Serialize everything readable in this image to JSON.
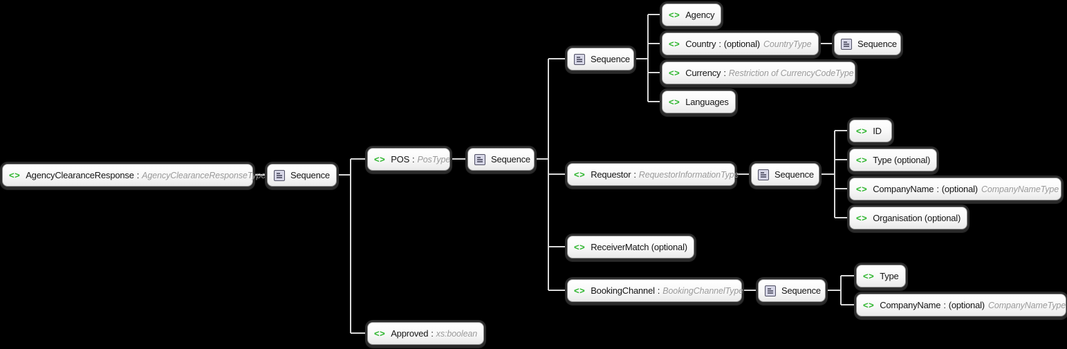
{
  "diagram": {
    "kind": "xsd-schema-tree",
    "background_color": "#000000",
    "colors": {
      "element_icon_green": "#2db52d",
      "node_name_text": "#141414",
      "type_annotation_text": "#9a9a9a",
      "connector_line": "#d9d9d9",
      "box_fill_top": "#ffffff",
      "box_fill_bottom": "#e9e9e9",
      "box_ring": "#2c2c2c",
      "sequence_icon_fill": "#d6d6e6"
    }
  },
  "icons": {
    "element_glyph": "<>",
    "sequence_icon_name": "sequence-list-icon"
  },
  "nodes": [
    {
      "id": "agency-clearance-response",
      "kind": "element",
      "name": "AgencyClearanceResponse",
      "sep": ":",
      "type": "AgencyClearanceResponseType"
    },
    {
      "id": "sequence-1",
      "kind": "sequence",
      "name": "Sequence"
    },
    {
      "id": "pos",
      "kind": "element",
      "name": "POS",
      "sep": ":",
      "type": "PosType"
    },
    {
      "id": "sequence-2",
      "kind": "sequence",
      "name": "Sequence"
    },
    {
      "id": "sequence-3",
      "kind": "sequence",
      "name": "Sequence"
    },
    {
      "id": "agency",
      "kind": "element",
      "name": "Agency"
    },
    {
      "id": "country",
      "kind": "element",
      "name": "Country",
      "sep": ":",
      "optional": "(optional)",
      "type": "CountryType"
    },
    {
      "id": "sequence-4",
      "kind": "sequence",
      "name": "Sequence"
    },
    {
      "id": "currency",
      "kind": "element",
      "name": "Currency",
      "sep": ":",
      "type": "Restriction of CurrencyCodeType"
    },
    {
      "id": "languages",
      "kind": "element",
      "name": "Languages"
    },
    {
      "id": "requestor",
      "kind": "element",
      "name": "Requestor",
      "sep": ":",
      "type": "RequestorInformationType"
    },
    {
      "id": "sequence-5",
      "kind": "sequence",
      "name": "Sequence"
    },
    {
      "id": "id",
      "kind": "element",
      "name": "ID"
    },
    {
      "id": "type-optional",
      "kind": "element",
      "name": "Type (optional)"
    },
    {
      "id": "company-name-1",
      "kind": "element",
      "name": "CompanyName",
      "sep": ":",
      "optional": "(optional)",
      "type": "CompanyNameType"
    },
    {
      "id": "organisation",
      "kind": "element",
      "name": "Organisation (optional)"
    },
    {
      "id": "receiver-match",
      "kind": "element",
      "name": "ReceiverMatch (optional)"
    },
    {
      "id": "booking-channel",
      "kind": "element",
      "name": "BookingChannel",
      "sep": ":",
      "type": "BookingChannelType"
    },
    {
      "id": "sequence-6",
      "kind": "sequence",
      "name": "Sequence"
    },
    {
      "id": "type-2",
      "kind": "element",
      "name": "Type"
    },
    {
      "id": "company-name-2",
      "kind": "element",
      "name": "CompanyName",
      "sep": ":",
      "optional": "(optional)",
      "type": "CompanyNameType"
    },
    {
      "id": "approved",
      "kind": "element",
      "name": "Approved",
      "sep": ":",
      "type": "xs:boolean"
    }
  ],
  "edges": [
    [
      "agency-clearance-response",
      "sequence-1"
    ],
    [
      "sequence-1",
      "pos"
    ],
    [
      "sequence-1",
      "approved"
    ],
    [
      "pos",
      "sequence-2"
    ],
    [
      "sequence-2",
      "sequence-3"
    ],
    [
      "sequence-2",
      "requestor"
    ],
    [
      "sequence-2",
      "receiver-match"
    ],
    [
      "sequence-2",
      "booking-channel"
    ],
    [
      "sequence-3",
      "agency"
    ],
    [
      "sequence-3",
      "country"
    ],
    [
      "sequence-3",
      "currency"
    ],
    [
      "sequence-3",
      "languages"
    ],
    [
      "country",
      "sequence-4"
    ],
    [
      "requestor",
      "sequence-5"
    ],
    [
      "sequence-5",
      "id"
    ],
    [
      "sequence-5",
      "type-optional"
    ],
    [
      "sequence-5",
      "company-name-1"
    ],
    [
      "sequence-5",
      "organisation"
    ],
    [
      "booking-channel",
      "sequence-6"
    ],
    [
      "sequence-6",
      "type-2"
    ],
    [
      "sequence-6",
      "company-name-2"
    ]
  ]
}
